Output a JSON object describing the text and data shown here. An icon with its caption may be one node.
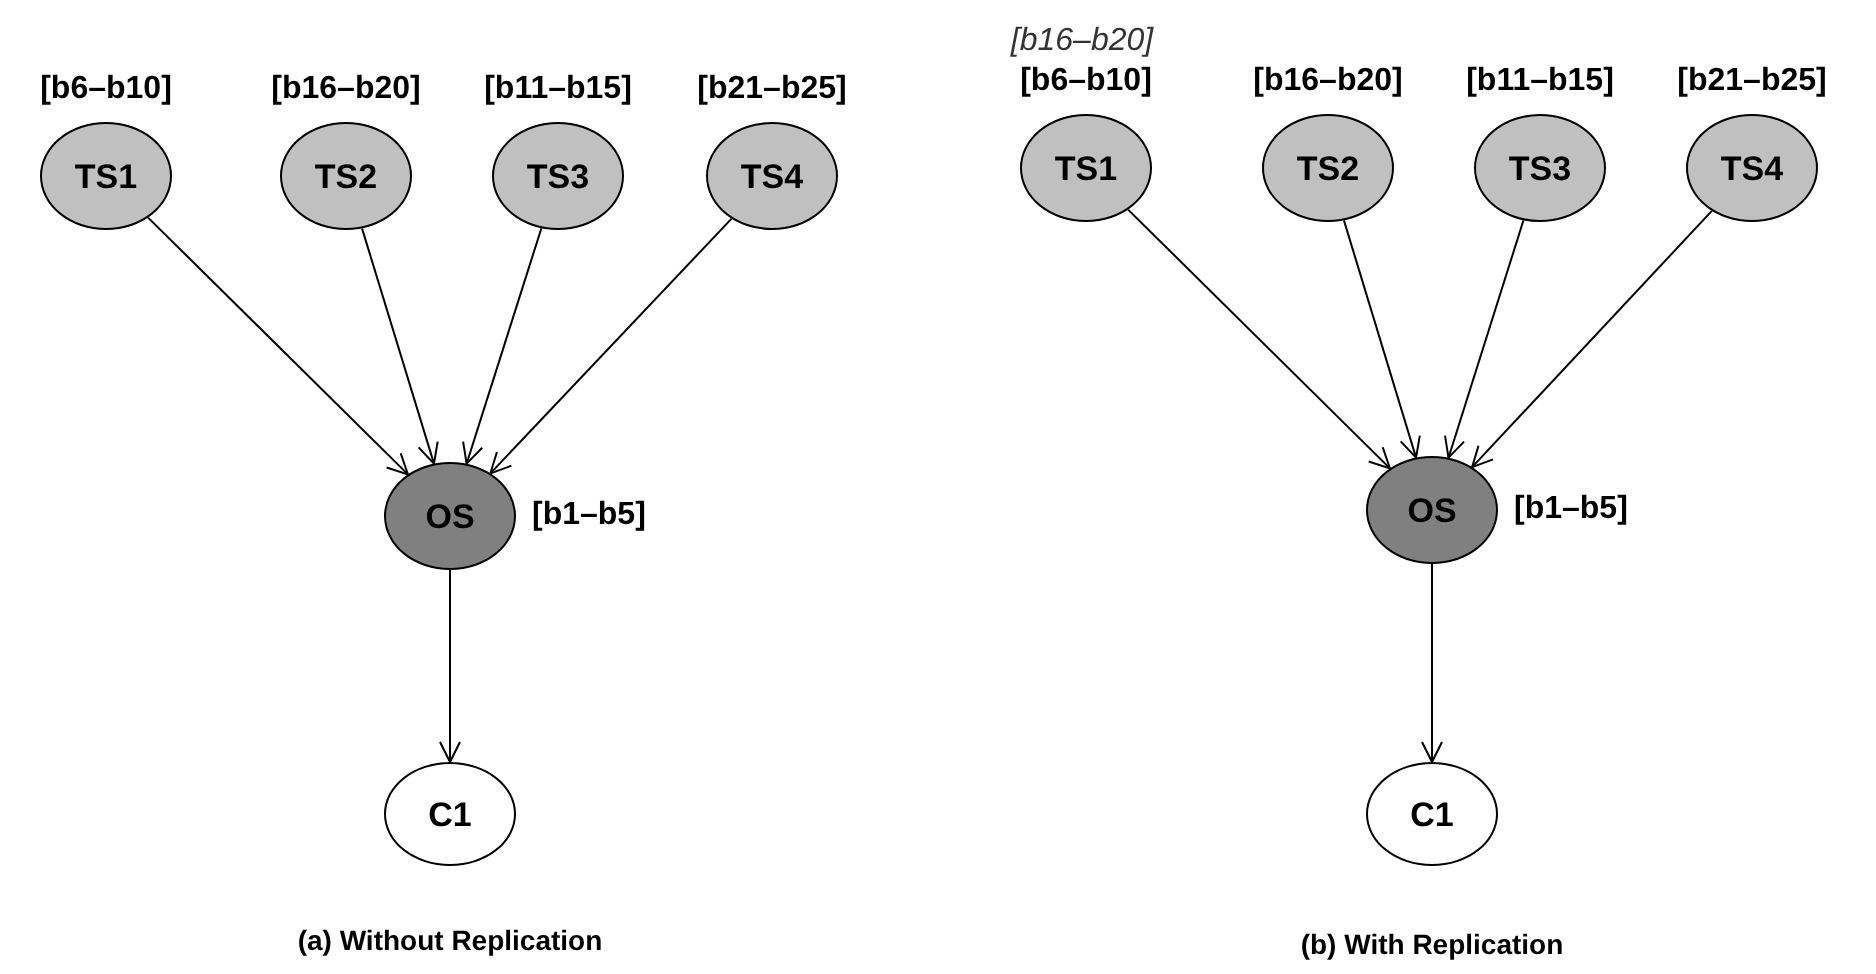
{
  "diagram": {
    "nodes": [
      {
        "text": [
          "TS1"
        ],
        "beside": [
          "[b6–b10]"
        ]
      },
      {
        "text": [
          "TS2"
        ],
        "beside": [
          "[b16–b20]"
        ]
      },
      {
        "text": [
          "TS3"
        ],
        "beside": [
          "[b11–b15]"
        ]
      },
      {
        "text": [
          "TS4"
        ],
        "beside": [
          "[b21–b25]"
        ]
      },
      {
        "text": [
          "OS"
        ],
        "beside": [
          "[b1–b5]"
        ]
      },
      {
        "text": [
          "C1"
        ]
      },
      {
        "text": [
          "TS1"
        ],
        "beside": [
          "[b16–b20]",
          "[b6–b10]"
        ]
      },
      {
        "text": [
          "TS2"
        ],
        "beside": [
          "[b16–b20]"
        ]
      },
      {
        "text": [
          "TS3"
        ],
        "beside": [
          "[b11–b15]"
        ]
      },
      {
        "text": [
          "TS4"
        ],
        "beside": [
          "[b21–b25]"
        ]
      },
      {
        "text": [
          "OS"
        ],
        "beside": [
          "[b1–b5]"
        ]
      },
      {
        "text": [
          "C1"
        ]
      }
    ],
    "edges": [
      {
        "from": 0,
        "to": 4,
        "arrow": "to"
      },
      {
        "from": 1,
        "to": 4,
        "arrow": "to"
      },
      {
        "from": 2,
        "to": 4,
        "arrow": "to"
      },
      {
        "from": 3,
        "to": 4,
        "arrow": "to"
      },
      {
        "from": 4,
        "to": 5,
        "arrow": "to"
      },
      {
        "from": 6,
        "to": 10,
        "arrow": "to"
      },
      {
        "from": 7,
        "to": 10,
        "arrow": "to"
      },
      {
        "from": 8,
        "to": 10,
        "arrow": "to"
      },
      {
        "from": 9,
        "to": 10,
        "arrow": "to"
      },
      {
        "from": 10,
        "to": 11,
        "arrow": "to"
      }
    ],
    "labels": [
      "(a) Without Replication",
      "(b) With Replication"
    ]
  }
}
